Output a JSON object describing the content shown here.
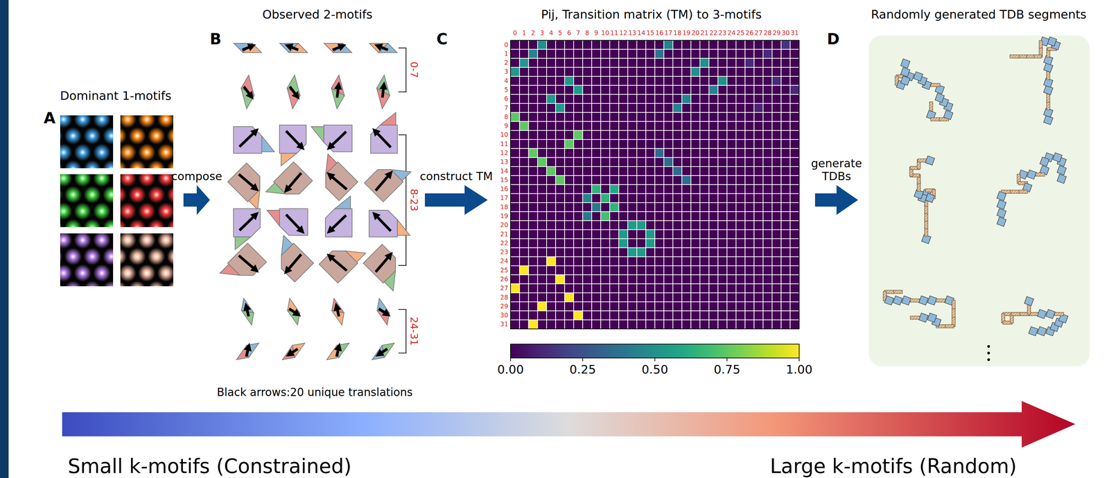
{
  "diagram": {
    "nodes": [
      {
        "text": [
          "Dominant 1-motifs"
        ]
      },
      {
        "text": [
          "Observed 2-motifs"
        ]
      },
      {
        "text": [
          "Pij, Transition matrix (TM) to 3-motifs"
        ]
      },
      {
        "text": [
          "Randomly generated TDB segments"
        ]
      }
    ],
    "edges": [
      {
        "from": 0,
        "to": 1,
        "arrow": "to",
        "label": "compose"
      },
      {
        "from": 1,
        "to": 2,
        "arrow": "to",
        "label": "construct TM"
      },
      {
        "from": 2,
        "to": 3,
        "arrow": "to",
        "label": "generate TDBs"
      }
    ],
    "labels": [
      "A",
      "B",
      "C",
      "D",
      "0-7",
      "8-23",
      "24-31",
      "Black arrows:20 unique translations",
      "0",
      "1",
      "2",
      "3",
      "4",
      "5",
      "6",
      "7",
      "8",
      "9",
      "10",
      "11",
      "12",
      "13",
      "14",
      "15",
      "16",
      "17",
      "18",
      "19",
      "20",
      "21",
      "22",
      "23",
      "24",
      "25",
      "26",
      "27",
      "28",
      "29",
      "30",
      "31",
      "0",
      "1",
      "2",
      "3",
      "4",
      "5",
      "6",
      "7",
      "8",
      "9",
      "10",
      "11",
      "12",
      "13",
      "14",
      "15",
      "16",
      "17",
      "18",
      "19",
      "20",
      "21",
      "22",
      "23",
      "24",
      "25",
      "26",
      "27",
      "28",
      "29",
      "30",
      "31",
      "0.00",
      "0.25",
      "0.50",
      "0.75",
      "1.00",
      "Small k-motifs (Constrained)",
      "Large k-motifs (Random)"
    ]
  }
}
